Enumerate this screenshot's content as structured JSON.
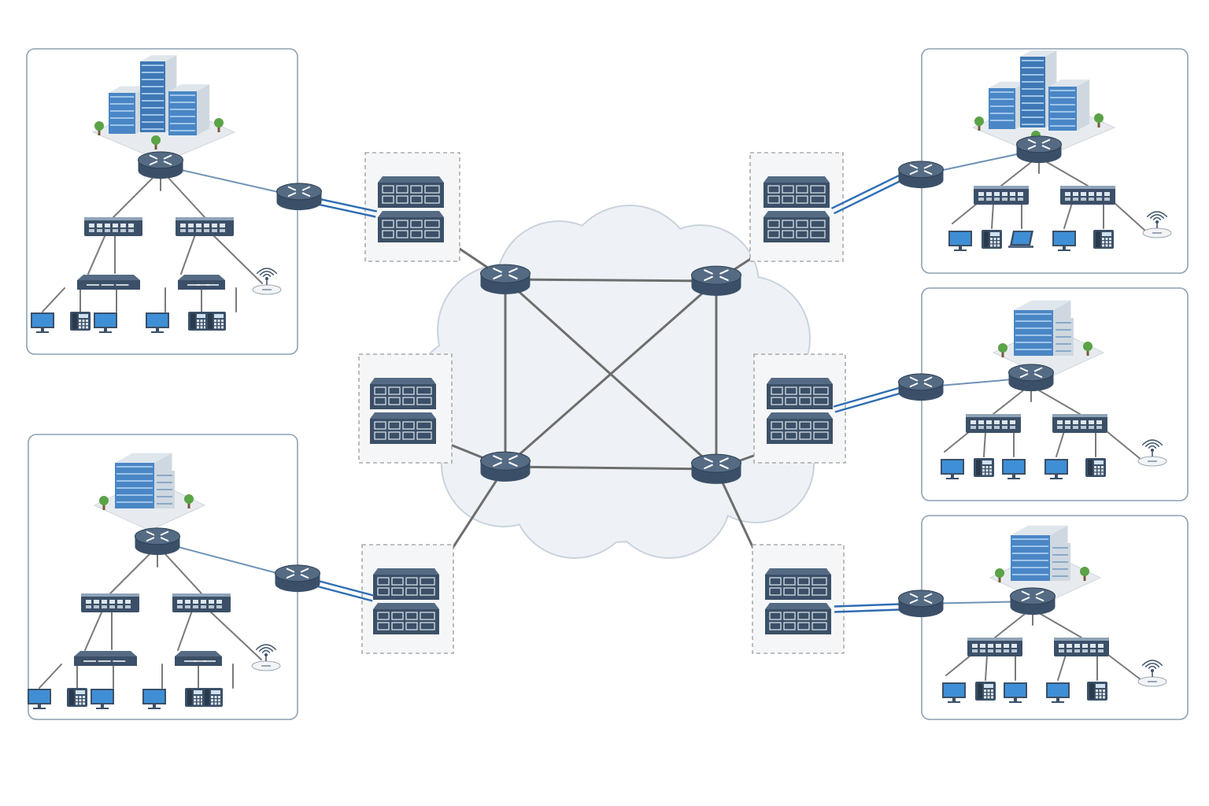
{
  "diagram": {
    "colors": {
      "background": "#ffffff",
      "cloud_fill": "#eef2f6",
      "cloud_stroke": "#c9d3dd",
      "site_border": "#8ea1b3",
      "device_dark": "#3b5068",
      "device_mid": "#556b84",
      "device_light": "#8fa3b8",
      "core_link": "#6e6e6e",
      "lan_link": "#7a7a7a",
      "uplink_blue": "#2f6db3",
      "uplink_light": "#6f93b6",
      "building_blue": "#4a86c5",
      "building_gray": "#cfd8e0",
      "tree_green": "#5aa346"
    },
    "nodes": {
      "cloud": {
        "kind": "wan-cloud",
        "icon": "cloud-icon"
      },
      "core_routers": [
        {
          "id": "core-router-nw",
          "icon": "router-icon"
        },
        {
          "id": "core-router-ne",
          "icon": "router-icon"
        },
        {
          "id": "core-router-sw",
          "icon": "router-icon"
        },
        {
          "id": "core-router-se",
          "icon": "router-icon"
        }
      ],
      "aggregation_switches": [
        {
          "id": "agg-switch-nw",
          "icon": "stacked-switch-icon"
        },
        {
          "id": "agg-switch-ne",
          "icon": "stacked-switch-icon"
        },
        {
          "id": "agg-switch-w",
          "icon": "stacked-switch-icon"
        },
        {
          "id": "agg-switch-e",
          "icon": "stacked-switch-icon"
        },
        {
          "id": "agg-switch-sw",
          "icon": "stacked-switch-icon"
        },
        {
          "id": "agg-switch-se",
          "icon": "stacked-switch-icon"
        }
      ],
      "branch_sites": [
        {
          "id": "site-top-left",
          "building": "office-campus-icon",
          "devices": [
            "router-icon",
            "switch-icon",
            "switch-icon",
            "hub-icon",
            "hub-icon",
            "access-point-icon",
            "monitor-icon",
            "phone-icon",
            "monitor-icon",
            "monitor-icon",
            "phone-icon",
            "phone-icon"
          ]
        },
        {
          "id": "site-bottom-left",
          "building": "office-building-icon",
          "devices": [
            "router-icon",
            "switch-icon",
            "switch-icon",
            "hub-icon",
            "hub-icon",
            "access-point-icon",
            "monitor-icon",
            "phone-icon",
            "monitor-icon",
            "monitor-icon",
            "phone-icon",
            "phone-icon"
          ]
        },
        {
          "id": "site-top-right",
          "building": "office-campus-icon",
          "devices": [
            "router-icon",
            "switch-icon",
            "switch-icon",
            "access-point-icon",
            "monitor-icon",
            "phone-icon",
            "laptop-icon",
            "monitor-icon",
            "phone-icon"
          ]
        },
        {
          "id": "site-middle-right",
          "building": "office-building-icon",
          "devices": [
            "router-icon",
            "switch-icon",
            "switch-icon",
            "access-point-icon",
            "monitor-icon",
            "phone-icon",
            "monitor-icon",
            "monitor-icon",
            "phone-icon"
          ]
        },
        {
          "id": "site-bottom-right",
          "building": "office-building-icon",
          "devices": [
            "router-icon",
            "switch-icon",
            "switch-icon",
            "access-point-icon",
            "monitor-icon",
            "phone-icon",
            "monitor-icon",
            "monitor-icon",
            "phone-icon"
          ]
        }
      ]
    }
  }
}
